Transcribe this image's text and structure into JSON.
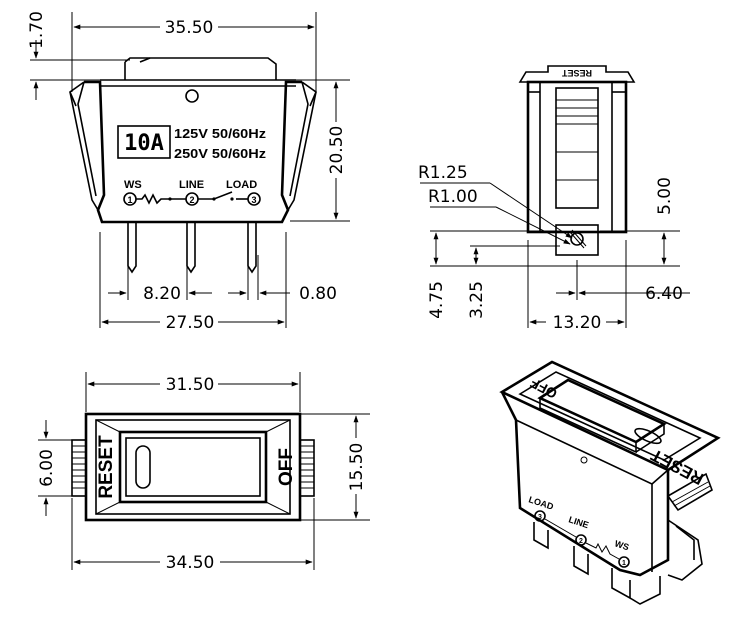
{
  "views": {
    "front": {
      "dim_top": "35.50",
      "dim_left": "1.70",
      "dim_right": "20.50",
      "dim_pin_pitch": "8.20",
      "dim_pin_thickness": "0.80",
      "dim_bottom": "27.50",
      "rating": "10A",
      "voltage_1": "125V 50/60Hz",
      "voltage_2": "250V 50/60Hz",
      "terminals": [
        {
          "label": "WS",
          "number": "1"
        },
        {
          "label": "LINE",
          "number": "2"
        },
        {
          "label": "LOAD",
          "number": "3"
        }
      ]
    },
    "side": {
      "top_marking": "RESET",
      "dim_r1": "R1.25",
      "dim_r2": "R1.00",
      "dim_500": "5.00",
      "dim_475": "4.75",
      "dim_325": "3.25",
      "dim_640": "6.40",
      "dim_1320": "13.20"
    },
    "top": {
      "dim_top": "31.50",
      "dim_bottom": "34.50",
      "dim_left": "6.00",
      "dim_right": "15.50",
      "label_reset": "RESET",
      "label_off": "OFF"
    },
    "iso": {
      "label_off": "OFF",
      "label_reset": "RESET",
      "label_load": "LOAD",
      "label_line": "LINE",
      "label_ws": "WS",
      "num_3": "3",
      "num_2": "2",
      "num_1": "1"
    }
  }
}
